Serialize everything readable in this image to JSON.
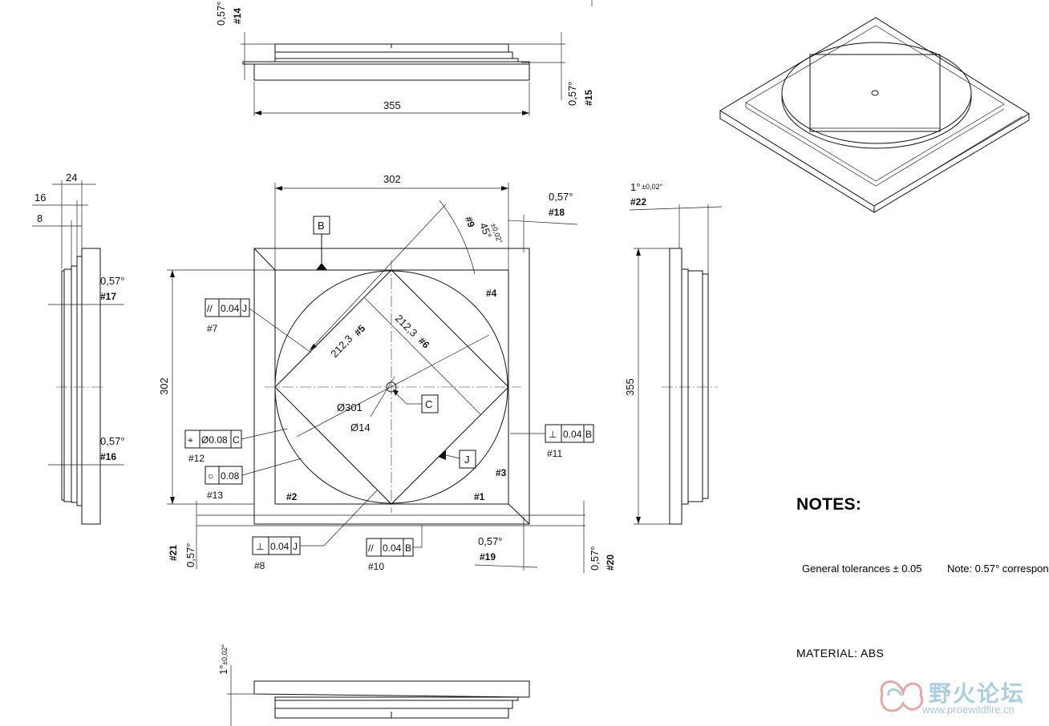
{
  "dimensions": {
    "top_width": "355",
    "plan_width": "302",
    "plan_height": "302",
    "side_height": "355",
    "left_24": "24",
    "left_16": "16",
    "left_8": "8",
    "diag_5": "212,3",
    "diag_6": "212,3",
    "circle_dia": "Ø301",
    "hole_dia": "Ø14",
    "angle_9": "45°",
    "angle_9_tol": "±0,02°",
    "angle_057": "0,57°",
    "angle_057_dot": "0.57°",
    "angle_1": "1°",
    "angle_1_tol": "±0,02°"
  },
  "labels": {
    "l1": "#1",
    "l2": "#2",
    "l3": "#3",
    "l4": "#4",
    "l5": "#5",
    "l6": "#6",
    "l7": "#7",
    "l8": "#8",
    "l9": "#9",
    "l10": "#10",
    "l11": "#11",
    "l12": "#12",
    "l13": "#13",
    "l14": "#14",
    "l15": "#15",
    "l16": "#16",
    "l17": "#17",
    "l18": "#18",
    "l19": "#19",
    "l20": "#20",
    "l21": "#21",
    "l22": "#22"
  },
  "datums": {
    "b": "B",
    "c": "C",
    "j": "J"
  },
  "fcf": {
    "f7": {
      "symbol": "//",
      "value": "0.04",
      "datum": "J"
    },
    "f8": {
      "symbol": "⊥",
      "value": "0.04",
      "datum": "J"
    },
    "f10": {
      "symbol": "//",
      "value": "0.04",
      "datum": "B"
    },
    "f11": {
      "symbol": "⊥",
      "value": "0.04",
      "datum": "B"
    },
    "f12": {
      "symbol": "⌖",
      "value": "Ø0.08",
      "datum": "C"
    },
    "f13": {
      "symbol": "○",
      "value": "0.08"
    }
  },
  "notes": {
    "title": "NOTES:",
    "tolerances": "General tolerances ± 0.05",
    "note": "Note: 0.57° correspon",
    "material": "MATERIAL: ABS"
  },
  "watermark": {
    "cn": "野火论坛",
    "url": "www.proewildfire.cn"
  }
}
